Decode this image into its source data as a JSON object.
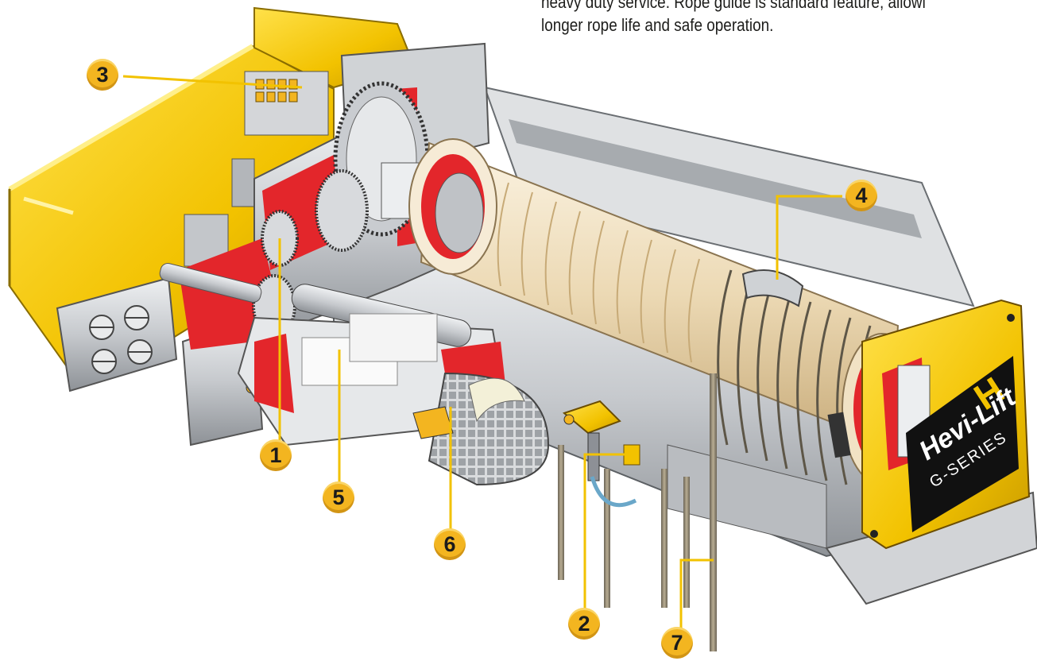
{
  "description_lines": [
    "heavy duty service. Rope guide is standard feature, allowi",
    "longer rope life and safe operation."
  ],
  "callouts": [
    "1",
    "2",
    "3",
    "4",
    "5",
    "6",
    "7"
  ],
  "brand": {
    "logo_letter": "H",
    "name": "Hevi-Lift",
    "series": "G-SERIES"
  },
  "colors": {
    "housing_yellow": "#f2c200",
    "cutaway_red": "#e3262b",
    "steel_grey": "#c9ccd0",
    "drum_cream": "#f1e2c4",
    "callout_gold": "#f3b520",
    "leader_line": "#f2c200",
    "brand_black": "#111111"
  }
}
